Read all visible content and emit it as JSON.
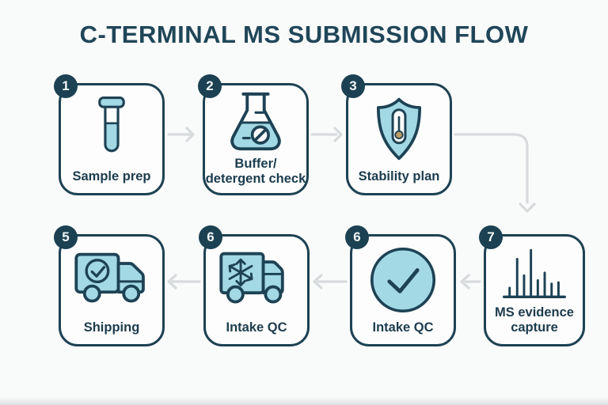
{
  "title": "C-TERMINAL MS SUBMISSION FLOW",
  "steps": [
    {
      "number": "1",
      "label": "Sample prep",
      "icon": "test-tube-icon"
    },
    {
      "number": "2",
      "label": "Buffer/\ndetergent check",
      "icon": "flask-no-detergent-icon"
    },
    {
      "number": "3",
      "label": "Stability plan",
      "icon": "shield-thermometer-icon"
    },
    {
      "number": "5",
      "label": "Shipping",
      "icon": "delivery-truck-check-icon"
    },
    {
      "number": "6",
      "label": "Intake QC",
      "icon": "freezer-truck-icon"
    },
    {
      "number": "6",
      "label": "Intake QC",
      "icon": "check-circle-icon"
    },
    {
      "number": "7",
      "label": "MS evidence\ncapture",
      "icon": "mass-spectrum-icon"
    }
  ],
  "colors": {
    "navy": "#1d4254",
    "badge_navy": "#1b4152",
    "light_blue": "#a3d8e5",
    "arrow_gray": "#d8dbdd",
    "card_bg": "#fdfdfd",
    "page_bg": "#f9fafa",
    "thermometer_bulb": "#bf9a64"
  }
}
